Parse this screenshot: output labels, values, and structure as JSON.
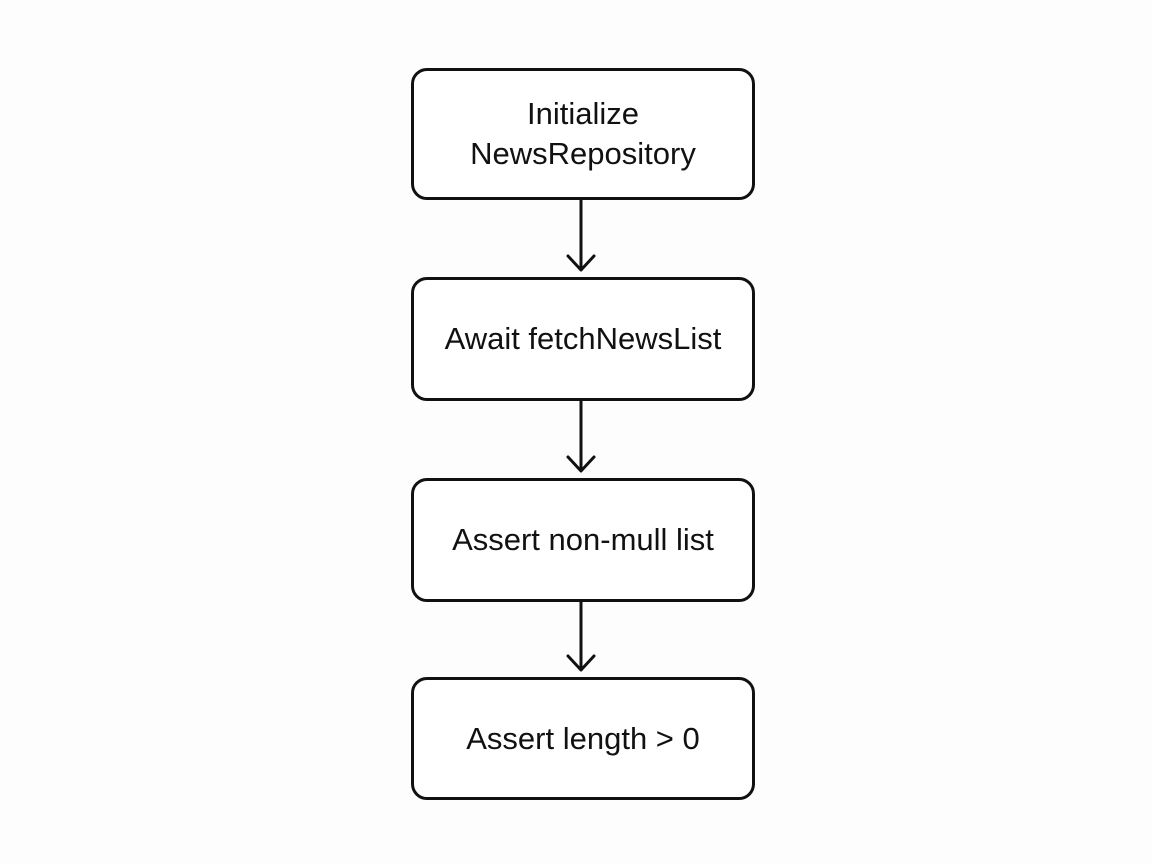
{
  "diagram": {
    "type": "flowchart",
    "direction": "top-to-bottom",
    "steps": [
      {
        "label": "Initialize\nNewsRepository"
      },
      {
        "label": "Await fetchNewsList"
      },
      {
        "label": "Assert non-mull list"
      },
      {
        "label": "Assert length > 0"
      }
    ],
    "connections": [
      {
        "from": 0,
        "to": 1
      },
      {
        "from": 1,
        "to": 2
      },
      {
        "from": 2,
        "to": 3
      }
    ],
    "colors": {
      "stroke": "#111111",
      "text": "#111111",
      "box_fill": "#ffffff",
      "background": "#fdfdfd"
    }
  }
}
